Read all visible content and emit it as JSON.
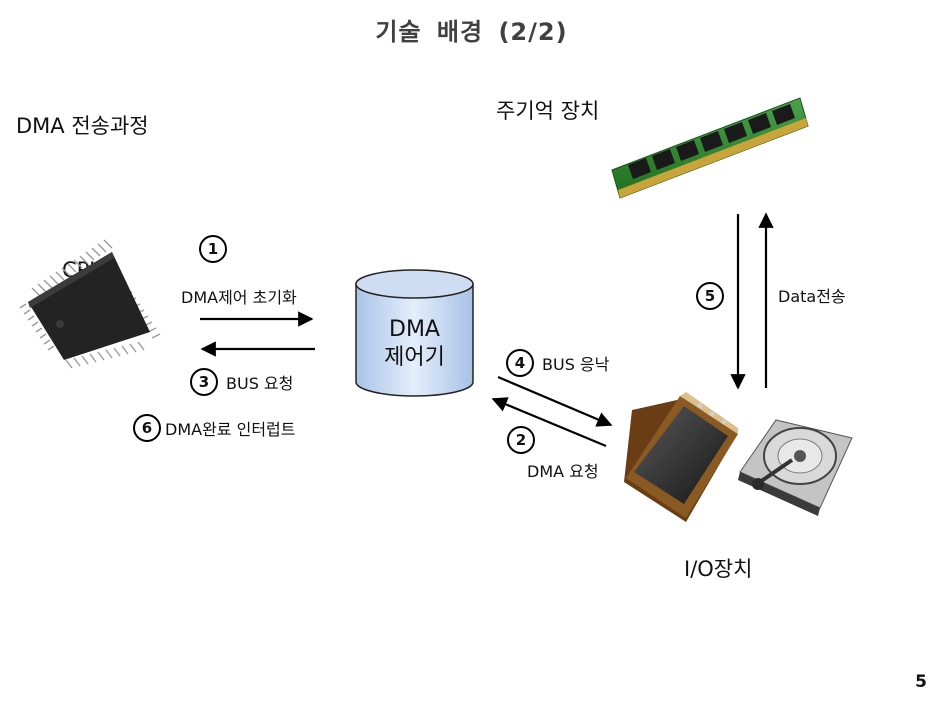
{
  "title": "기술 배경 (2/2)",
  "section_label": "DMA 전송과정",
  "nodes": {
    "cpu": "CPU",
    "dma_controller_line1": "DMA",
    "dma_controller_line2": "제어기",
    "main_memory": "주기억 장치",
    "io_device": "I/O장치"
  },
  "steps": [
    {
      "num": "1",
      "label": "DMA제어 초기화"
    },
    {
      "num": "2",
      "label": "DMA 요청"
    },
    {
      "num": "3",
      "label": "BUS 요청"
    },
    {
      "num": "4",
      "label": "BUS 응낙"
    },
    {
      "num": "5",
      "label": "Data전송"
    },
    {
      "num": "6",
      "label": "DMA완료 인터럽트"
    }
  ],
  "page_number": "5"
}
